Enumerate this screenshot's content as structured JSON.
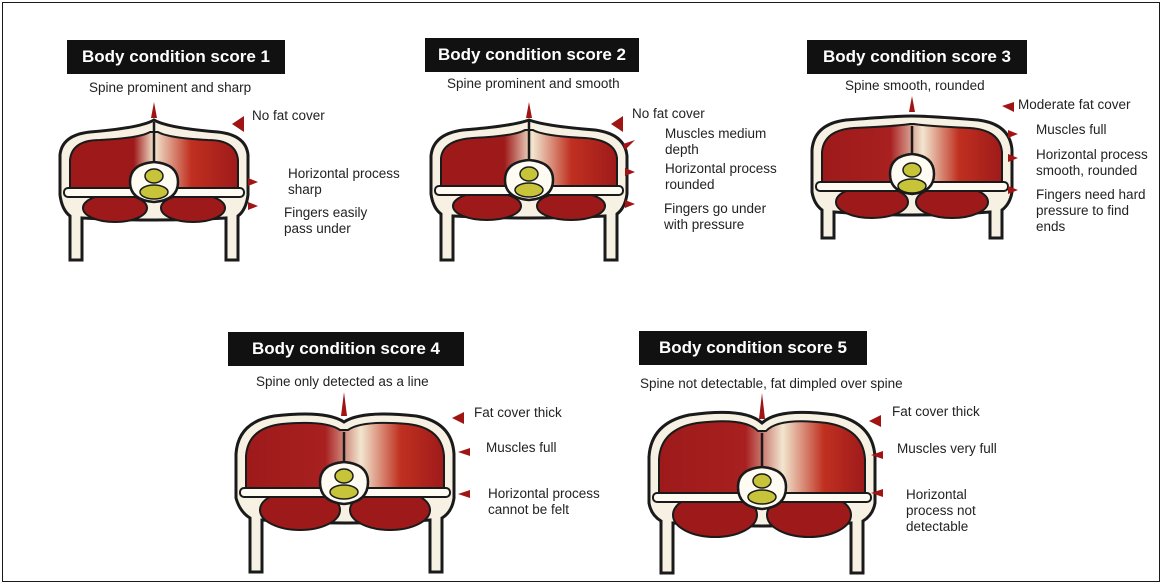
{
  "panels": [
    {
      "score_label": "Body condition score 1",
      "spine_label": "Spine prominent and sharp",
      "callouts": [
        "No fat cover",
        "Horizontal process\nsharp",
        "Fingers easily\npass under"
      ]
    },
    {
      "score_label": "Body condition score 2",
      "spine_label": "Spine prominent and smooth",
      "callouts": [
        "No fat cover",
        "Muscles medium\ndepth",
        "Horizontal process\nrounded",
        "Fingers go under\nwith pressure"
      ]
    },
    {
      "score_label": "Body condition score 3",
      "spine_label": "Spine smooth, rounded",
      "callouts": [
        "Moderate fat cover",
        "Muscles full",
        "Horizontal process\nsmooth, rounded",
        "Fingers need hard\npressure to find\nends"
      ]
    },
    {
      "score_label": "Body condition score 4",
      "spine_label": "Spine only detected as a line",
      "callouts": [
        "Fat cover thick",
        "Muscles full",
        "Horizontal process\ncannot be felt"
      ]
    },
    {
      "score_label": "Body condition score 5",
      "spine_label": "Spine not detectable, fat dimpled over spine",
      "callouts": [
        "Fat cover thick",
        "Muscles very full",
        "Horizontal\nprocess not\ndetectable"
      ]
    }
  ],
  "colors": {
    "badge_bg": "#111111",
    "badge_text": "#ffffff",
    "muscle": "#9e1a1a",
    "muscle_light": "#f2e6cf",
    "fat": "#f7f1e3",
    "bone": "#fdfbf2",
    "cord": "#c8c43a",
    "arrow": "#a01414"
  }
}
